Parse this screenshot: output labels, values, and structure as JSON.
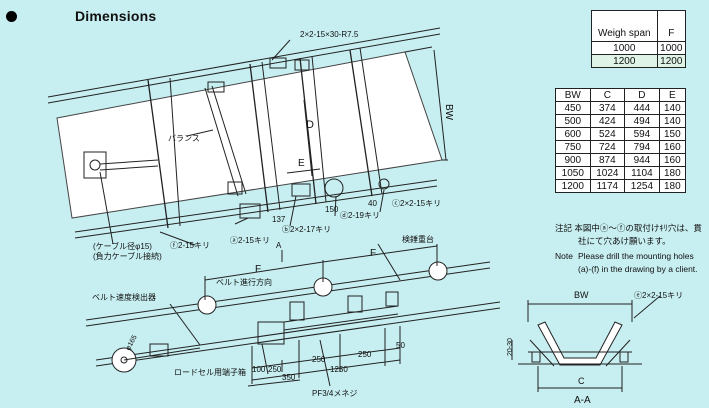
{
  "header": {
    "title": "Dimensions"
  },
  "weigh_table": {
    "headers": [
      "Weigh span",
      "F"
    ],
    "rows": [
      [
        "1000",
        "1000"
      ],
      [
        "1200",
        "1200"
      ]
    ]
  },
  "dims_table": {
    "headers": [
      "BW",
      "C",
      "D",
      "E"
    ],
    "rows": [
      [
        "450",
        "374",
        "444",
        "140"
      ],
      [
        "500",
        "424",
        "494",
        "140"
      ],
      [
        "600",
        "524",
        "594",
        "150"
      ],
      [
        "750",
        "724",
        "794",
        "160"
      ],
      [
        "900",
        "874",
        "944",
        "160"
      ],
      [
        "1050",
        "1024",
        "1104",
        "180"
      ],
      [
        "1200",
        "1174",
        "1254",
        "180"
      ]
    ]
  },
  "notes": {
    "jp_line1": "注記 本図中ⓐ～ⓕの取付けｷﾘ穴は、貫",
    "jp_line2": "社にて穴あけ願います。",
    "en_label": "Note",
    "en_line1": "Please drill the mounting holes",
    "en_line2": "(a)-(f) in the drawing by a client."
  },
  "plan_view": {
    "top_callout": "2×2-15×30-R7.5",
    "bw": "BW",
    "balance": "バランス",
    "d": "D",
    "e": "E",
    "dim_137": "137",
    "dim_150": "150",
    "dim_40": "40",
    "hole_a": "ⓐ2-15キリ",
    "hole_b": "ⓑ2×2-17キリ",
    "hole_c": "ⓒ2×2-15キリ",
    "hole_d": "ⓓ2-19キリ",
    "hole_f": "ⓕ2-15キリ",
    "cable_dia": "(ケーブル径φ15)",
    "load_cable": "(負力ケーブル接続)"
  },
  "side_view": {
    "section_a": "A",
    "f_left": "F",
    "f_right": "F",
    "belt_direction": "ベルト進行方向",
    "check_weight": "検錘重台",
    "speed_detector": "ベルト速度検出器",
    "phi165": "φ165",
    "load_cell_terminal": "ロードセル用端子箱",
    "dim_250a": "250",
    "dim_250b": "250",
    "dim_250c": "250",
    "dim_50": "50",
    "dim_1250": "1250",
    "dim_100": "100",
    "dim_350": "350",
    "pf_label": "PF3/4メネジ"
  },
  "section_view": {
    "bw": "BW",
    "hole_e": "ⓔ2×2-15キリ",
    "dim_2030": "20-30",
    "c": "C",
    "title": "A-A"
  }
}
